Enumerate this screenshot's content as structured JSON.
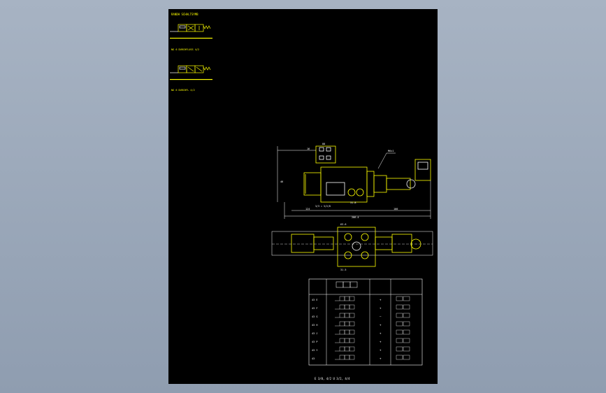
{
  "colors": {
    "background": "#9aa7b8",
    "sheet": "#000000",
    "yellow": "#ffff00",
    "white": "#ffffff",
    "cyan": "#00ffff",
    "grey": "#bfbfbf"
  },
  "symbols": {
    "title": "RANDH SCHALTSYMB",
    "symbol_a": {
      "caption": "NG 6 DURCHFLUSS 4/2"
    },
    "symbol_b": {
      "caption": "NG 6 DURCHFL 4/2"
    }
  },
  "drawing": {
    "dims": {
      "top_left": "16",
      "top_a": "88",
      "right_leader": "M6x1",
      "vertical": "46",
      "mid": "31.8",
      "stroke": "3/3 = 3/2/8",
      "bottom_a": "124",
      "bottom_b": "100",
      "bottom_total": "206.4",
      "plan_a": "63.6",
      "plan_b": "31.5"
    }
  },
  "table": {
    "rows": [
      {
        "code": "43 E",
        "sign": "+"
      },
      {
        "code": "43 F",
        "sign": "+"
      },
      {
        "code": "43 G",
        "sign": "—"
      },
      {
        "code": "43 H",
        "sign": "+"
      },
      {
        "code": "43 J",
        "sign": "+"
      },
      {
        "code": "43 P",
        "sign": "+"
      },
      {
        "code": "43 Y",
        "sign": "+"
      },
      {
        "code": "43",
        "sign": "+"
      }
    ]
  },
  "footer": {
    "note": "E 3/0, 4/2 U 3/2, 4/4"
  }
}
